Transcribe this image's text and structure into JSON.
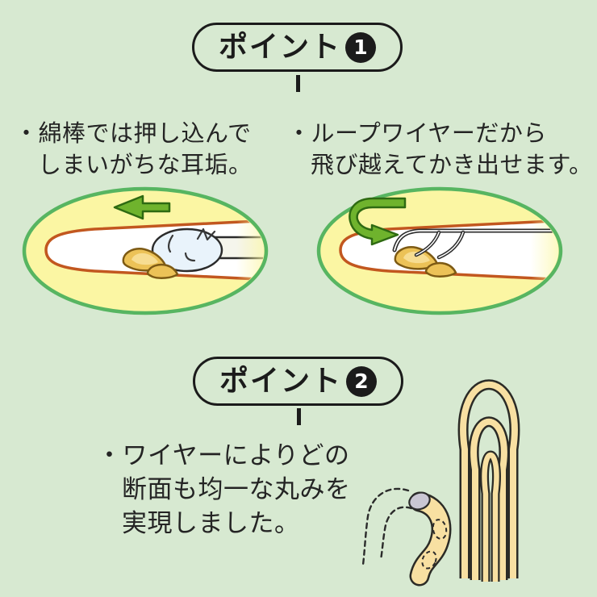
{
  "page": {
    "background": "#d7e9d1",
    "type": "product-feature-infographic"
  },
  "point1": {
    "badge_label": "ポイント",
    "badge_number": "1",
    "left_note_line1": "・綿棒では押し込んで",
    "left_note_line2": "しまいがちな耳垢。",
    "right_note_line1": "・ループワイヤーだから",
    "right_note_line2": "飛び越えてかき出せます。"
  },
  "point2": {
    "badge_label": "ポイント",
    "badge_number": "2",
    "note_line1": "・ワイヤーによりどの",
    "note_line2": "断面も均一な丸みを",
    "note_line3": "実現しました。"
  },
  "illustrations": {
    "left_oval": "ear-canal-cotton-swab-pushing-earwax",
    "left_arrow_icon": "push-inward-arrow",
    "right_oval": "ear-canal-loop-wire-scooping-earwax",
    "right_arrow_icon": "hook-over-scoop-arrow",
    "loop_tips": "three-nested-loop-wire-tips",
    "cross_section": "uniform-round-cross-section-hook"
  },
  "colors": {
    "background": "#d7e9d1",
    "ink": "#1b1b1b",
    "oval_fill": "#fbf6a3",
    "oval_border": "#57b561",
    "canal_outline": "#c2571f",
    "arrow_green": "#6fb32d",
    "arrow_outline": "#2e6a12",
    "earwax_fill": "#ecc257",
    "earwax_outline": "#7d5a14",
    "swab_tip_fill": "#e9f3fb",
    "wire_cream": "#f8e0a2",
    "cross_section_gray": "#c9c6d3"
  }
}
